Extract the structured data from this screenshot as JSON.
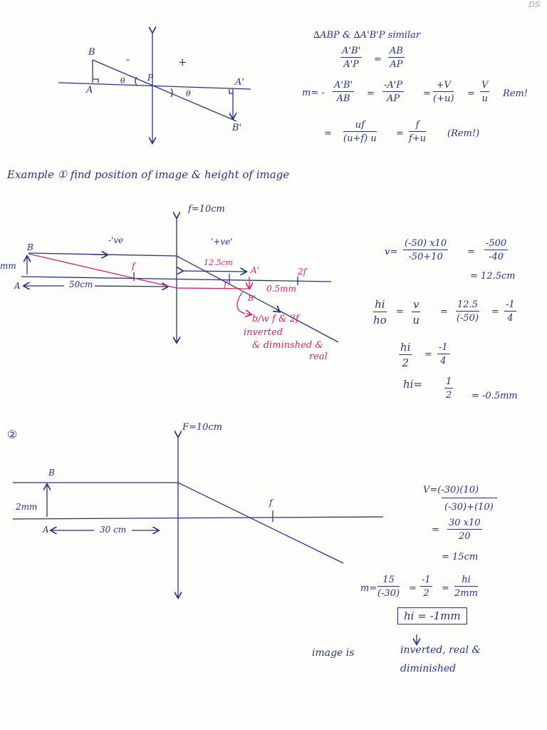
{
  "corner_mark": "DS",
  "derivation": {
    "diagram_labels": {
      "B": "B",
      "A": "A",
      "P": "P",
      "A_prime": "A'",
      "B_prime": "B'",
      "minus": "-",
      "plus": "+",
      "theta1": "θ",
      "theta2": "θ"
    },
    "similar_stmt": "∆ABP & ∆A'B'P similar",
    "ratio": {
      "n1": "A'B'",
      "d1": "A'P",
      "eq": "=",
      "n2": "AB",
      "d2": "AP"
    },
    "m_line": {
      "lhs": "m= -",
      "n1": "A'B'",
      "d1": "AB",
      "eq1": "=",
      "n2": "-A'P",
      "d2": "AP",
      "eq2": "=",
      "n3": "+V",
      "d3": "(+u)",
      "eq3": "=",
      "n4": "V",
      "d4": "u",
      "note": "Rem!"
    },
    "m_line2": {
      "eq1": "=",
      "n1": "uf",
      "d1": "(u+f) u",
      "eq2": "=",
      "n2": "f",
      "d2": "f+u",
      "note": "(Rem!)"
    }
  },
  "example1": {
    "heading": "Example ① find position of image & height of image",
    "f_label": "f=10cm",
    "B": "B",
    "A": "A",
    "mm": "mm",
    "dist_label": "50cm",
    "neg_label": "-'ve",
    "pos_label": "'+ve'",
    "f_left": "f",
    "f_right": "f",
    "two_f": "2f",
    "img_dist": "12.5cm",
    "A_prime": "A'",
    "B_prime": "B'",
    "img_height": "0.5mm",
    "note1": "b/w f & 2f",
    "note2": "inverted",
    "note3": "& diminshed &",
    "note4": "real",
    "calc": {
      "v_lhs": "v=",
      "v_num": "(-50) x10",
      "v_den": "-50+10",
      "eq": "=",
      "v_num2": "-500",
      "v_den2": "-40",
      "v_result": "= 12.5cm",
      "h_lhs_n": "hi",
      "h_lhs_d": "ho",
      "h_eq1": "=",
      "h_n2": "v",
      "h_d2": "u",
      "h_eq2": "=",
      "h_n3": "12.5",
      "h_d3": "(-50)",
      "h_eq3": "=",
      "h_n4": "-1",
      "h_d4": "4",
      "hh_n": "hi",
      "hh_d": "2",
      "hh_eq": "=",
      "hh_n2": "-1",
      "hh_d2": "4",
      "hi_lhs": "hi=",
      "hi_n": "1",
      "hi_d": "2",
      "hi_result": "= -0.5mm"
    }
  },
  "example2": {
    "number": "②",
    "f_label": "F=10cm",
    "B": "B",
    "A": "A",
    "height": "2mm",
    "dist": "30 cm",
    "f_mark": "f",
    "calc": {
      "v_line1": "V=(-30)(10)",
      "v_line2": "(-30)+(10)",
      "eq": "=",
      "num": "30 x10",
      "den": "20",
      "result": "= 15cm",
      "m_lhs": "m=",
      "m_n1": "15",
      "m_d1": "(-30)",
      "eq1": "=",
      "m_n2": "-1",
      "m_d2": "2",
      "eq2": "=",
      "m_n3": "hi",
      "m_d3": "2mm",
      "boxed": "hi = -1mm",
      "concl1": "image is",
      "concl2": "inverted, real &",
      "concl3": "diminished"
    }
  },
  "colors": {
    "ink_blue": "#27337e",
    "ink_pink": "#d2266a",
    "paper": "#fdfdfb"
  }
}
